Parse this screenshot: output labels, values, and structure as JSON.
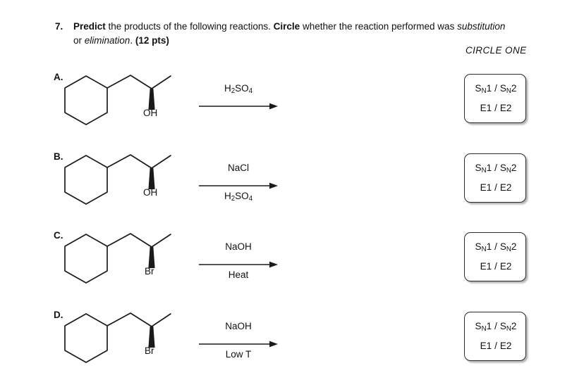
{
  "question": {
    "number": "7.",
    "lead_bold": "Predict",
    "text_1": " the products of the following reactions. ",
    "circle_bold": "Circle",
    "text_2": " whether the reaction performed was ",
    "italic_1": "substitution",
    "text_3": " or ",
    "italic_2": "elimination",
    "text_4": ". ",
    "points": "(12 pts)"
  },
  "circle_one_header": "CIRCLE ONE",
  "answer_box": {
    "sn1": "S",
    "sn1_sub": "N",
    "sn1_num": "1",
    "sn2": "S",
    "sn2_sub": "N",
    "sn2_num": "2",
    "e1": "E1",
    "e2": "E2",
    "separator": "/"
  },
  "rows": [
    {
      "label": "A.",
      "molecule": "cyclohexyl-propan-2-ol",
      "leaving_group": "OH",
      "reagent_above": "H2SO4",
      "reagent_above_parts": {
        "pre": "H",
        "sub1": "2",
        "mid": "SO",
        "sub2": "4"
      },
      "reagent_below": "",
      "answers": {
        "line1": "SN1 / SN2",
        "line2": "E1 / E2"
      }
    },
    {
      "label": "B.",
      "molecule": "cyclohexyl-propan-2-ol",
      "leaving_group": "OH",
      "reagent_above": "NaCl",
      "reagent_below": "H2SO4",
      "reagent_below_parts": {
        "pre": "H",
        "sub1": "2",
        "mid": "SO",
        "sub2": "4"
      },
      "answers": {
        "line1": "SN1 / SN2",
        "line2": "E1 / E2"
      }
    },
    {
      "label": "C.",
      "molecule": "2-bromo-propyl-cyclohexane",
      "leaving_group": "Br",
      "reagent_above": "NaOH",
      "reagent_below": "Heat",
      "answers": {
        "line1": "SN1 / SN2",
        "line2": "E1 / E2"
      }
    },
    {
      "label": "D.",
      "molecule": "2-bromo-propyl-cyclohexane",
      "leaving_group": "Br",
      "reagent_above": "NaOH",
      "reagent_below": "Low T",
      "answers": {
        "line1": "SN1 / SN2",
        "line2": "E1 / E2"
      }
    }
  ],
  "colors": {
    "ink": "#111111",
    "bond": "#1a1a1a",
    "box_border": "#2b2b2b",
    "background": "#ffffff"
  }
}
